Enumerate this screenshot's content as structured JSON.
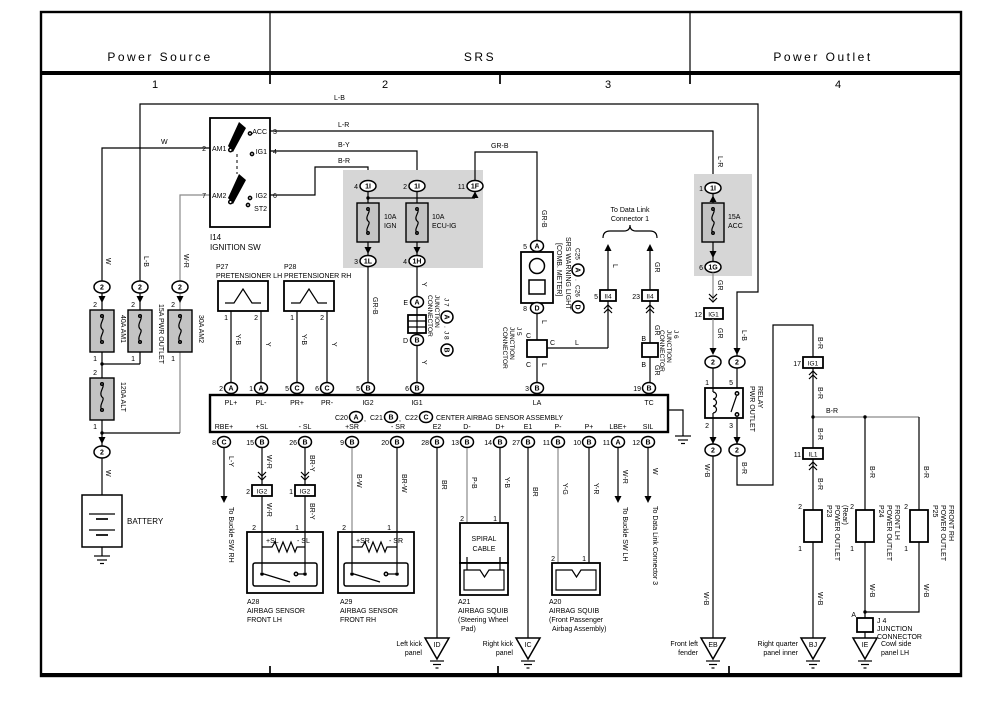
{
  "header": {
    "power_source": "Power Source",
    "srs": "SRS",
    "power_outlet": "Power Outlet",
    "col1": "1",
    "col2": "2",
    "col3": "3",
    "col4": "4"
  },
  "wire": {
    "w": "W",
    "lb": "L-B",
    "wr": "W-R",
    "lr": "L-R",
    "by": "B-Y",
    "br": "B-R",
    "grb": "GR-B",
    "gr": "GR",
    "y": "Y",
    "yb": "Y-B",
    "l": "L",
    "ly": "L-Y",
    "bry": "BR-Y",
    "bw": "B-W",
    "brw": "BR-W",
    "brn": "BR",
    "pb": "P-B",
    "yg": "Y-G",
    "yr": "Y-R",
    "wb": "W-B"
  },
  "pin": {
    "p1": "1",
    "p2": "2",
    "p3": "3",
    "p4": "4",
    "p5": "5",
    "p6": "6",
    "p7": "7",
    "p8": "8",
    "p9": "9",
    "p10": "10",
    "p11": "11",
    "p12": "12",
    "p13": "13",
    "p14": "14",
    "p15": "15",
    "p17": "17",
    "p19": "19",
    "p20": "20",
    "p23": "23",
    "p26": "26",
    "p27": "27",
    "p28": "28"
  },
  "conn": {
    "a": "A",
    "b": "B",
    "c": "C",
    "d": "D",
    "e": "E",
    "c2": "2",
    "c1i": "1I",
    "c1f": "1F",
    "c1l": "1L",
    "c1h": "1H",
    "c1g": "1G",
    "ig1": "IG1",
    "ig2": "IG2",
    "il1": "IL1",
    "ii4": "II4"
  },
  "misc": {
    "comma": ",",
    "dot": "."
  },
  "battery": {
    "label": "BATTERY"
  },
  "fuse": {
    "am1": "40A AM1",
    "pwr_outlet": "15A PWR OUTLET",
    "am2": "30A AM2",
    "alt": "120A ALT",
    "ign_a": "10A",
    "ign_b": "IGN",
    "ecu_a": "10A",
    "ecu_b": "ECU-IG",
    "acc_a": "15A",
    "acc_b": "ACC"
  },
  "ignition": {
    "id": "I14",
    "name": "IGNITION SW",
    "am1": "AM1",
    "am2": "AM2",
    "acc": "ACC",
    "ig1": "IG1",
    "ig2": "IG2",
    "st2": "ST2"
  },
  "pretensioner": {
    "lh_id": "P27",
    "lh_name": "PRETENSIONER LH",
    "rh_id": "P28",
    "rh_name": "PRETENSIONER RH"
  },
  "j7": {
    "l1": "JUNCTION",
    "l2": "CONNECTOR",
    "j7": "J 7",
    "j8": "J 8"
  },
  "srs_light": {
    "name": "SRS WARNING LIGHT",
    "sub": "[COMB. METER]",
    "c25": "C25",
    "c26": "C26"
  },
  "j5": {
    "id": "J 5",
    "l1": "JUNCTION",
    "l2": "CONNECTOR"
  },
  "j6": {
    "id": "J 6",
    "l1": "JUNCTION",
    "l2": "CONNECTOR"
  },
  "j4": {
    "id": "J 4",
    "l1": "JUNCTION",
    "l2": "CONNECTOR"
  },
  "data_link": {
    "line1": "To Data Link",
    "line2": "Connector 1"
  },
  "assembly": {
    "c20": "C20",
    "c21": "C21",
    "c22": "C22",
    "name": "CENTER AIRBAG SENSOR ASSEMBLY",
    "pl_p": "PL+",
    "pl_m": "PL-",
    "pr_p": "PR+",
    "pr_m": "PR-",
    "ig2": "IG2",
    "ig1": "IG1",
    "la": "LA",
    "tc": "TC",
    "rbe": "RBE+",
    "sl_p": "+SL",
    "sl_m": "- SL",
    "sr_p": "+SR",
    "sr_m": "- SR",
    "e2": "E2",
    "d_m": "D-",
    "d_p": "D+",
    "e1": "E1",
    "p_m": "P-",
    "p_p": "P+",
    "lbe": "LBE+",
    "sil": "SIL"
  },
  "a28": {
    "id": "A28",
    "name1": "AIRBAG SENSOR",
    "name2": "FRONT LH",
    "t2": "+SL",
    "t1": "- SL"
  },
  "a29": {
    "id": "A29",
    "name1": "AIRBAG SENSOR",
    "name2": "FRONT RH",
    "t2": "+SR",
    "t1": "- SR"
  },
  "spiral": {
    "line1": "SPIRAL",
    "line2": "CABLE"
  },
  "a21": {
    "id": "A21",
    "name1": "AIRBAG SQUIB",
    "name2": "(Steering Wheel",
    "name3": "Pad)"
  },
  "a20": {
    "id": "A20",
    "name1": "AIRBAG SQUIB",
    "name2": "(Front Passenger",
    "name3": "Airbag Assembly)"
  },
  "notes": {
    "buckle_rh": "To Buckle SW RH",
    "buckle_lh": "To Buckle SW LH",
    "data_link3": "To Data Link Connector 3"
  },
  "relay": {
    "name1": "PWR OUTLET",
    "name2": "RELAY"
  },
  "outlet": {
    "p23_id": "P23",
    "p23_1": "POWER OUTLET",
    "p23_2": "(Rear)",
    "p24_id": "P24",
    "p24_1": "POWER OUTLET",
    "p24_2": "FRONT LH",
    "p25_id": "P25",
    "p25_1": "POWER OUTLET",
    "p25_2": "FRONT RH"
  },
  "grounds": {
    "gid": {
      "code": "ID",
      "l1": "Left kick",
      "l2": "panel"
    },
    "gic": {
      "code": "IC",
      "l1": "Right kick",
      "l2": "panel"
    },
    "geb": {
      "code": "EB",
      "l1": "Front left",
      "l2": "fender"
    },
    "gbj": {
      "code": "BJ",
      "l1": "Right quarter",
      "l2": "panel inner"
    },
    "gie": {
      "code": "IE",
      "l1": "Cowl side",
      "l2": "panel LH"
    }
  }
}
